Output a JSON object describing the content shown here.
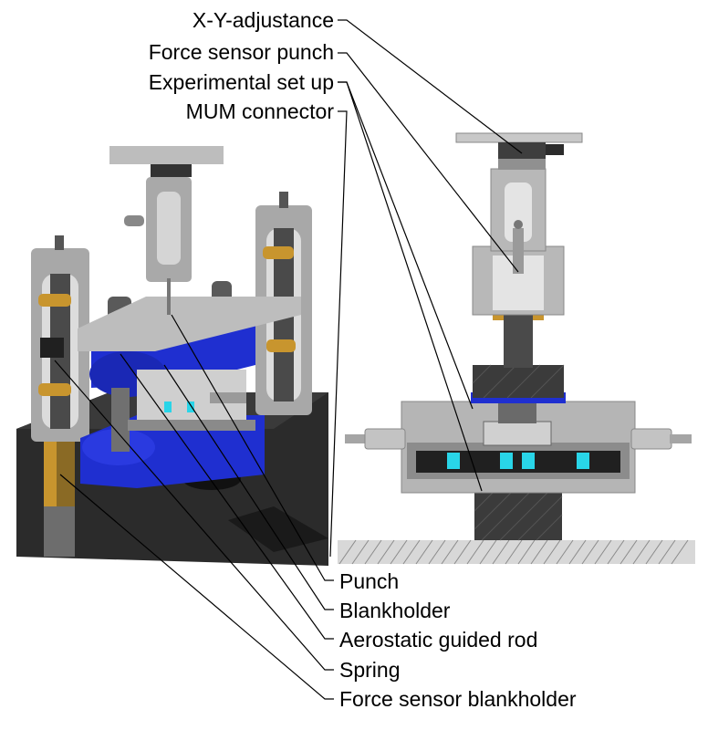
{
  "top_labels": [
    "X-Y-adjustance",
    "Force sensor punch",
    "Experimental set up",
    "MUM connector"
  ],
  "bottom_labels": [
    "Punch",
    "Blankholder",
    "Aerostatic guided rod",
    "Spring",
    "Force sensor blankholder"
  ],
  "colors": {
    "housing": "#b5b5b5",
    "blankholder_blue": "#1f2fd0",
    "spring_gold": "#c8952e",
    "base_dark": "#2a2a2a",
    "sensor_cyan": "#29d5e8"
  }
}
